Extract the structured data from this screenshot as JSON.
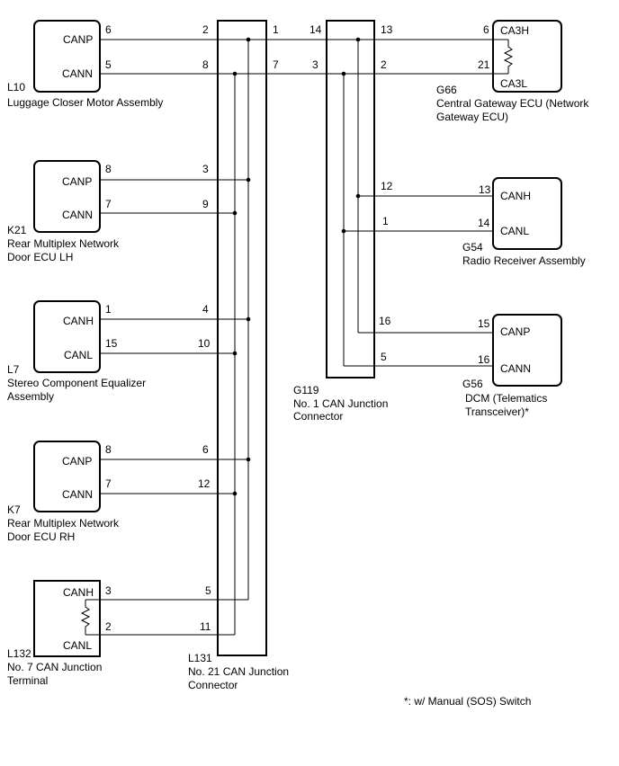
{
  "components": {
    "l10": {
      "code": "L10",
      "name": "Luggage Closer Motor Assembly",
      "pin_a": "CANP",
      "pin_b": "CANN"
    },
    "k21": {
      "code": "K21",
      "name_1": "Rear Multiplex Network",
      "name_2": "Door ECU LH",
      "pin_a": "CANP",
      "pin_b": "CANN"
    },
    "l7": {
      "code": "L7",
      "name_1": "Stereo Component Equalizer",
      "name_2": "Assembly",
      "pin_a": "CANH",
      "pin_b": "CANL"
    },
    "k7": {
      "code": "K7",
      "name_1": "Rear Multiplex Network",
      "name_2": "Door ECU RH",
      "pin_a": "CANP",
      "pin_b": "CANN"
    },
    "l132": {
      "code": "L132",
      "name_1": "No. 7 CAN Junction",
      "name_2": "Terminal",
      "pin_a": "CANH",
      "pin_b": "CANL"
    },
    "l131": {
      "code": "L131",
      "name_1": "No. 21 CAN Junction",
      "name_2": "Connector"
    },
    "g119": {
      "code": "G119",
      "name_1": "No. 1 CAN Junction",
      "name_2": "Connector"
    },
    "g66": {
      "code": "G66",
      "name_1": "Central Gateway ECU (Network",
      "name_2": "Gateway ECU)",
      "pin_a": "CA3H",
      "pin_b": "CA3L"
    },
    "g54": {
      "code": "G54",
      "name": "Radio Receiver Assembly",
      "pin_a": "CANH",
      "pin_b": "CANL"
    },
    "g56": {
      "code": "G56",
      "name_1": "DCM (Telematics",
      "name_2": "Transceiver)*",
      "pin_a": "CANP",
      "pin_b": "CANN"
    }
  },
  "pins": {
    "l10_a": "6",
    "l10_b": "5",
    "l131_l10_a": "2",
    "l131_l10_b": "8",
    "k21_a": "8",
    "k21_b": "7",
    "l131_k21_a": "3",
    "l131_k21_b": "9",
    "l7_a": "1",
    "l7_b": "15",
    "l131_l7_a": "4",
    "l131_l7_b": "10",
    "k7_a": "8",
    "k7_b": "7",
    "l131_k7_a": "6",
    "l131_k7_b": "12",
    "l132_a": "3",
    "l132_b": "2",
    "l131_l132_a": "5",
    "l131_l132_b": "11",
    "l131_out_a": "1",
    "l131_out_b": "7",
    "g119_in_a": "14",
    "g119_in_b": "3",
    "g119_g66_a": "13",
    "g119_g66_b": "2",
    "g66_a": "6",
    "g66_b": "21",
    "g119_g54_a": "12",
    "g119_g54_b": "1",
    "g54_a": "13",
    "g54_b": "14",
    "g119_g56_a": "16",
    "g119_g56_b": "5",
    "g56_a": "15",
    "g56_b": "16"
  },
  "footnote": "*: w/ Manual (SOS) Switch"
}
